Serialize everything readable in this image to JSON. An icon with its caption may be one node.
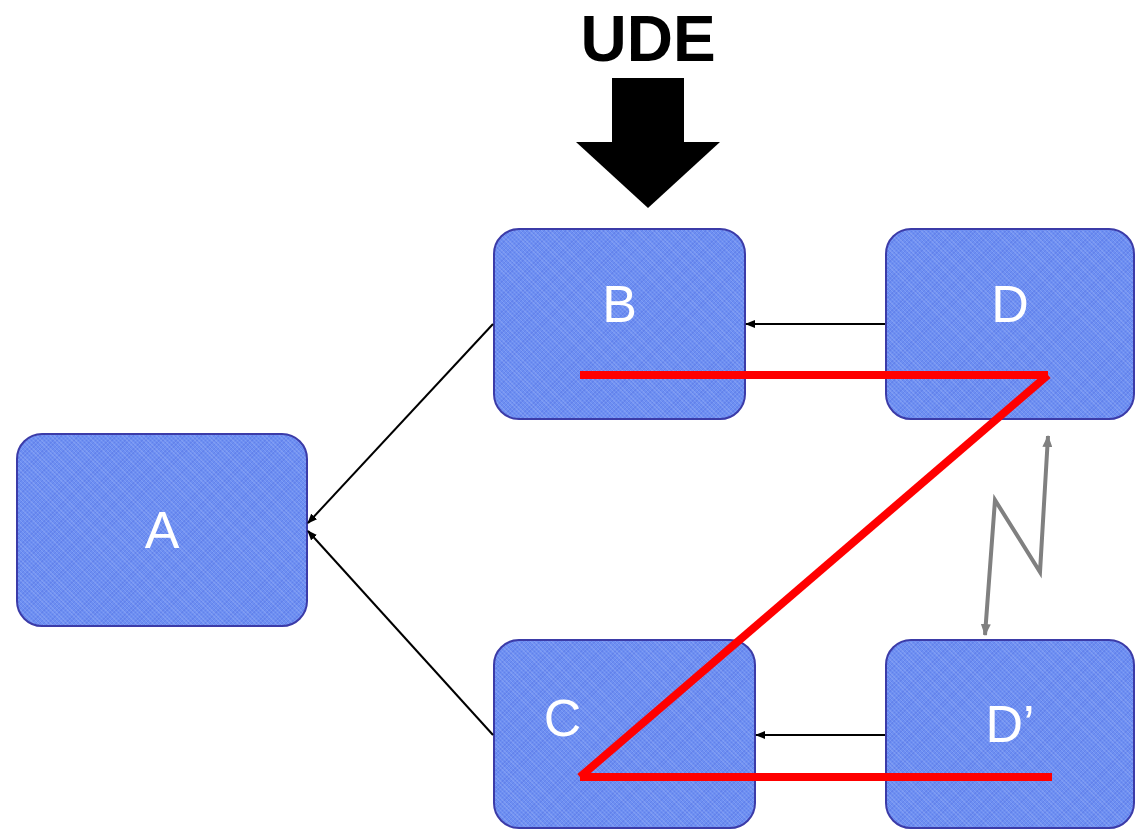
{
  "diagram": {
    "nodes": [
      {
        "text": [
          "UDE"
        ]
      },
      {
        "text": [
          "A"
        ]
      },
      {
        "text": [
          "B"
        ]
      },
      {
        "text": [
          "C"
        ]
      },
      {
        "text": [
          "D"
        ]
      },
      {
        "text": [
          "D’"
        ]
      }
    ],
    "edges": [
      {
        "from": 0,
        "to": 2,
        "arrow": "to",
        "style": "thick"
      },
      {
        "from": 2,
        "to": 1,
        "arrow": "to"
      },
      {
        "from": 3,
        "to": 1,
        "arrow": "to"
      },
      {
        "from": 4,
        "to": 2,
        "arrow": "to"
      },
      {
        "from": 5,
        "to": 3,
        "arrow": "to"
      },
      {
        "from": 4,
        "to": 5,
        "arrow": "both",
        "color": "#808080"
      },
      {
        "from": 2,
        "to": 4,
        "arrow": "none",
        "style": "thick",
        "color": "#ff0000"
      },
      {
        "from": 4,
        "to": 3,
        "arrow": "none",
        "style": "thick",
        "color": "#ff0000"
      },
      {
        "from": 3,
        "to": 5,
        "arrow": "none",
        "style": "thick",
        "color": "#ff0000"
      }
    ]
  }
}
